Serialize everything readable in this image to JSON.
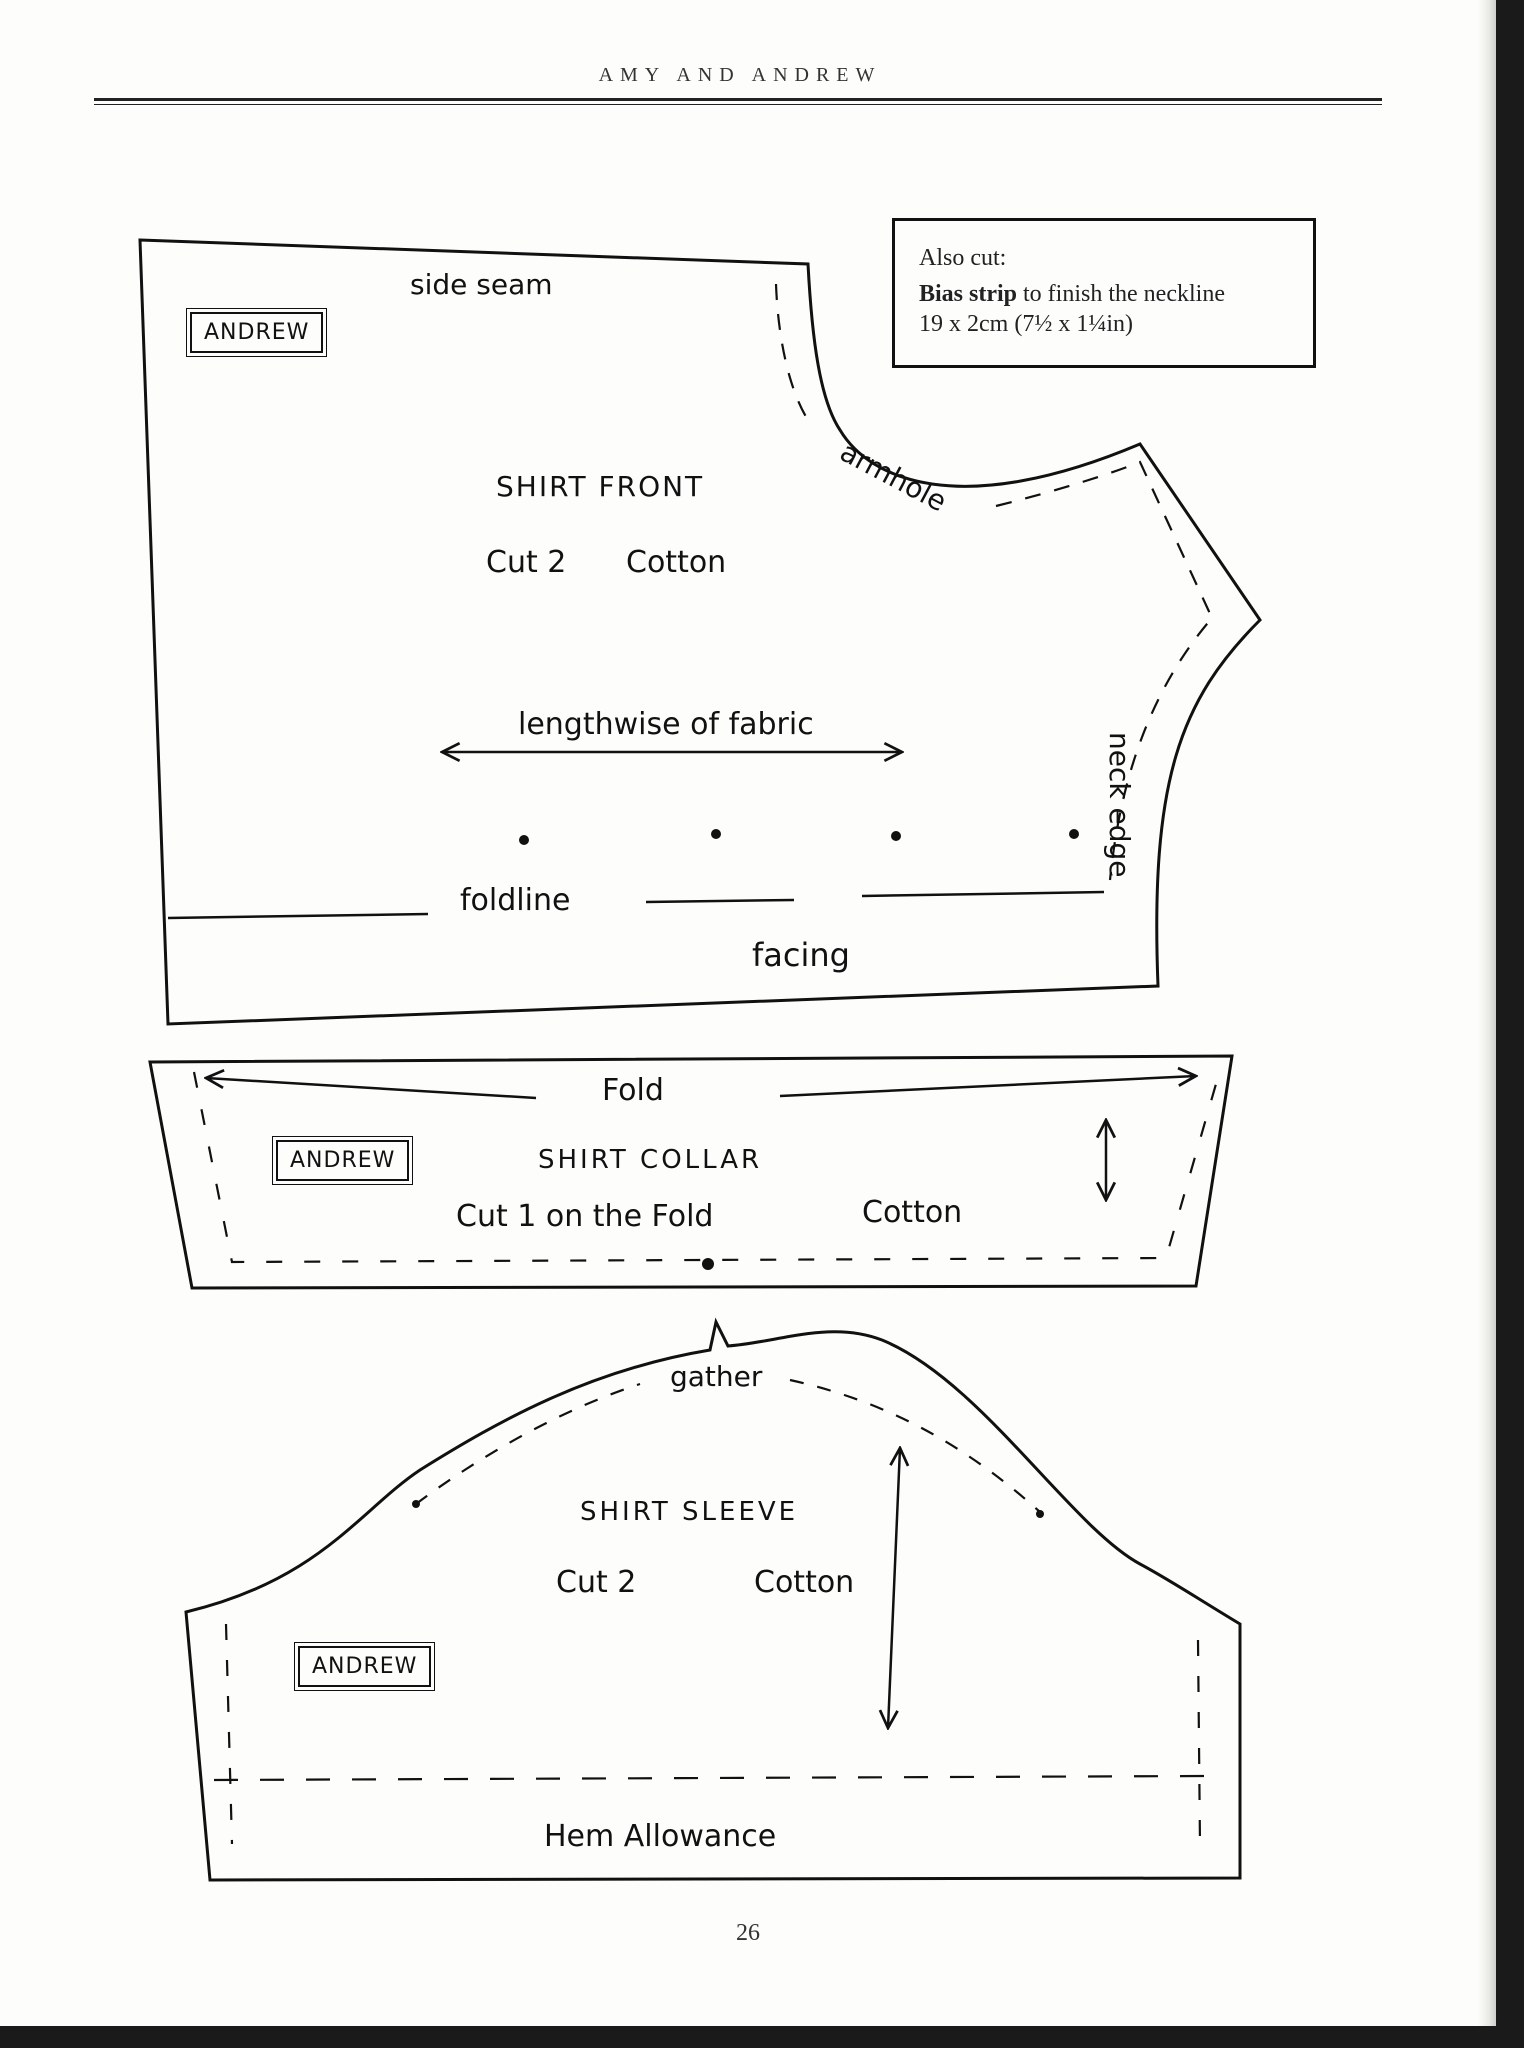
{
  "header": {
    "title": "AMY AND ANDREW"
  },
  "info_box": {
    "title": "Also cut:",
    "bias_bold": "Bias strip",
    "bias_rest": " to finish the neckline",
    "bias_size": "19 x 2cm (7½ x 1¼in)"
  },
  "shirt_front": {
    "name_label": "ANDREW",
    "side_seam": "side seam",
    "title": "SHIRT FRONT",
    "cut": "Cut 2",
    "fabric": "Cotton",
    "grain": "lengthwise of fabric",
    "armhole": "armhole",
    "neck_edge": "neck edge",
    "foldline": "foldline",
    "facing": "facing"
  },
  "shirt_collar": {
    "name_label": "ANDREW",
    "fold": "Fold",
    "title": "SHIRT COLLAR",
    "cut": "Cut 1 on the Fold",
    "fabric": "Cotton"
  },
  "shirt_sleeve": {
    "name_label": "ANDREW",
    "gather": "gather",
    "title": "SHIRT SLEEVE",
    "cut": "Cut 2",
    "fabric": "Cotton",
    "hem": "Hem Allowance"
  },
  "footer": {
    "page_number": "26"
  }
}
